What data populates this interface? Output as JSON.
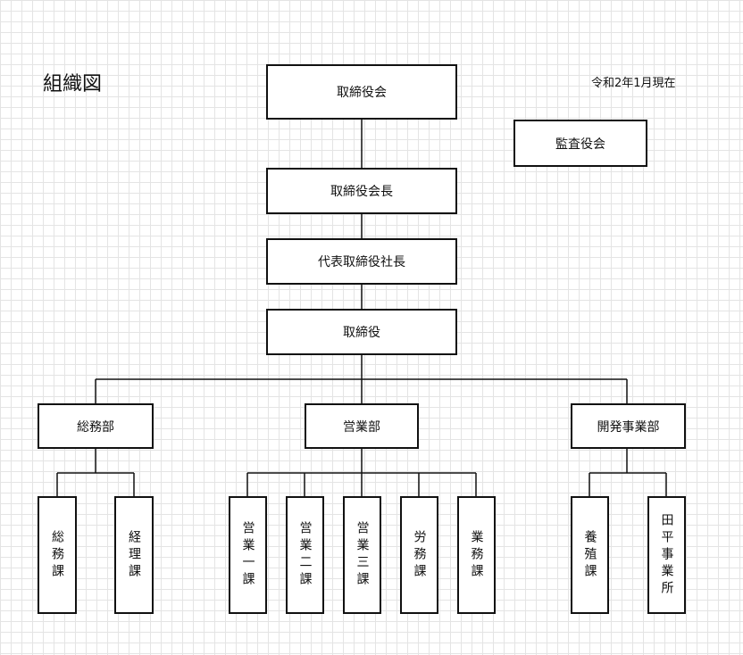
{
  "header": {
    "title": "組織図",
    "date": "令和2年1月現在"
  },
  "executives": {
    "board": "取締役会",
    "auditors": "監査役会",
    "chairman": "取締役会長",
    "president": "代表取締役社長",
    "directors": "取締役"
  },
  "departments": {
    "general_affairs": "総務部",
    "sales": "営業部",
    "development": "開発事業部"
  },
  "sections": {
    "general_affairs_section": "総務課",
    "accounting_section": "経理課",
    "sales_section_1": "営業一課",
    "sales_section_2": "営業二課",
    "sales_section_3": "営業三課",
    "labor_section": "労務課",
    "business_section": "業務課",
    "aquaculture_section": "養殖課",
    "tahira_office": "田平事業所"
  }
}
